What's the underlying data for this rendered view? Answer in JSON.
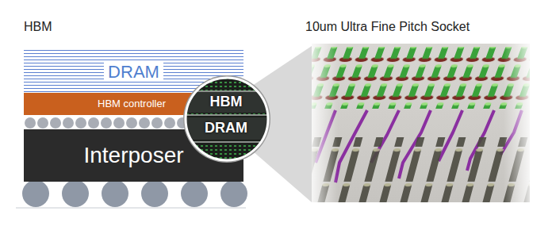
{
  "diagram": {
    "nodes": [
      {
        "text": [
          "DRAM"
        ]
      },
      {
        "text": [
          "HBM controller"
        ]
      },
      {
        "text": [
          "Interposer"
        ]
      }
    ],
    "labels": [
      "HBM",
      "10um Ultra Fine Pitch Socket",
      "HBM",
      "DRAM"
    ]
  }
}
